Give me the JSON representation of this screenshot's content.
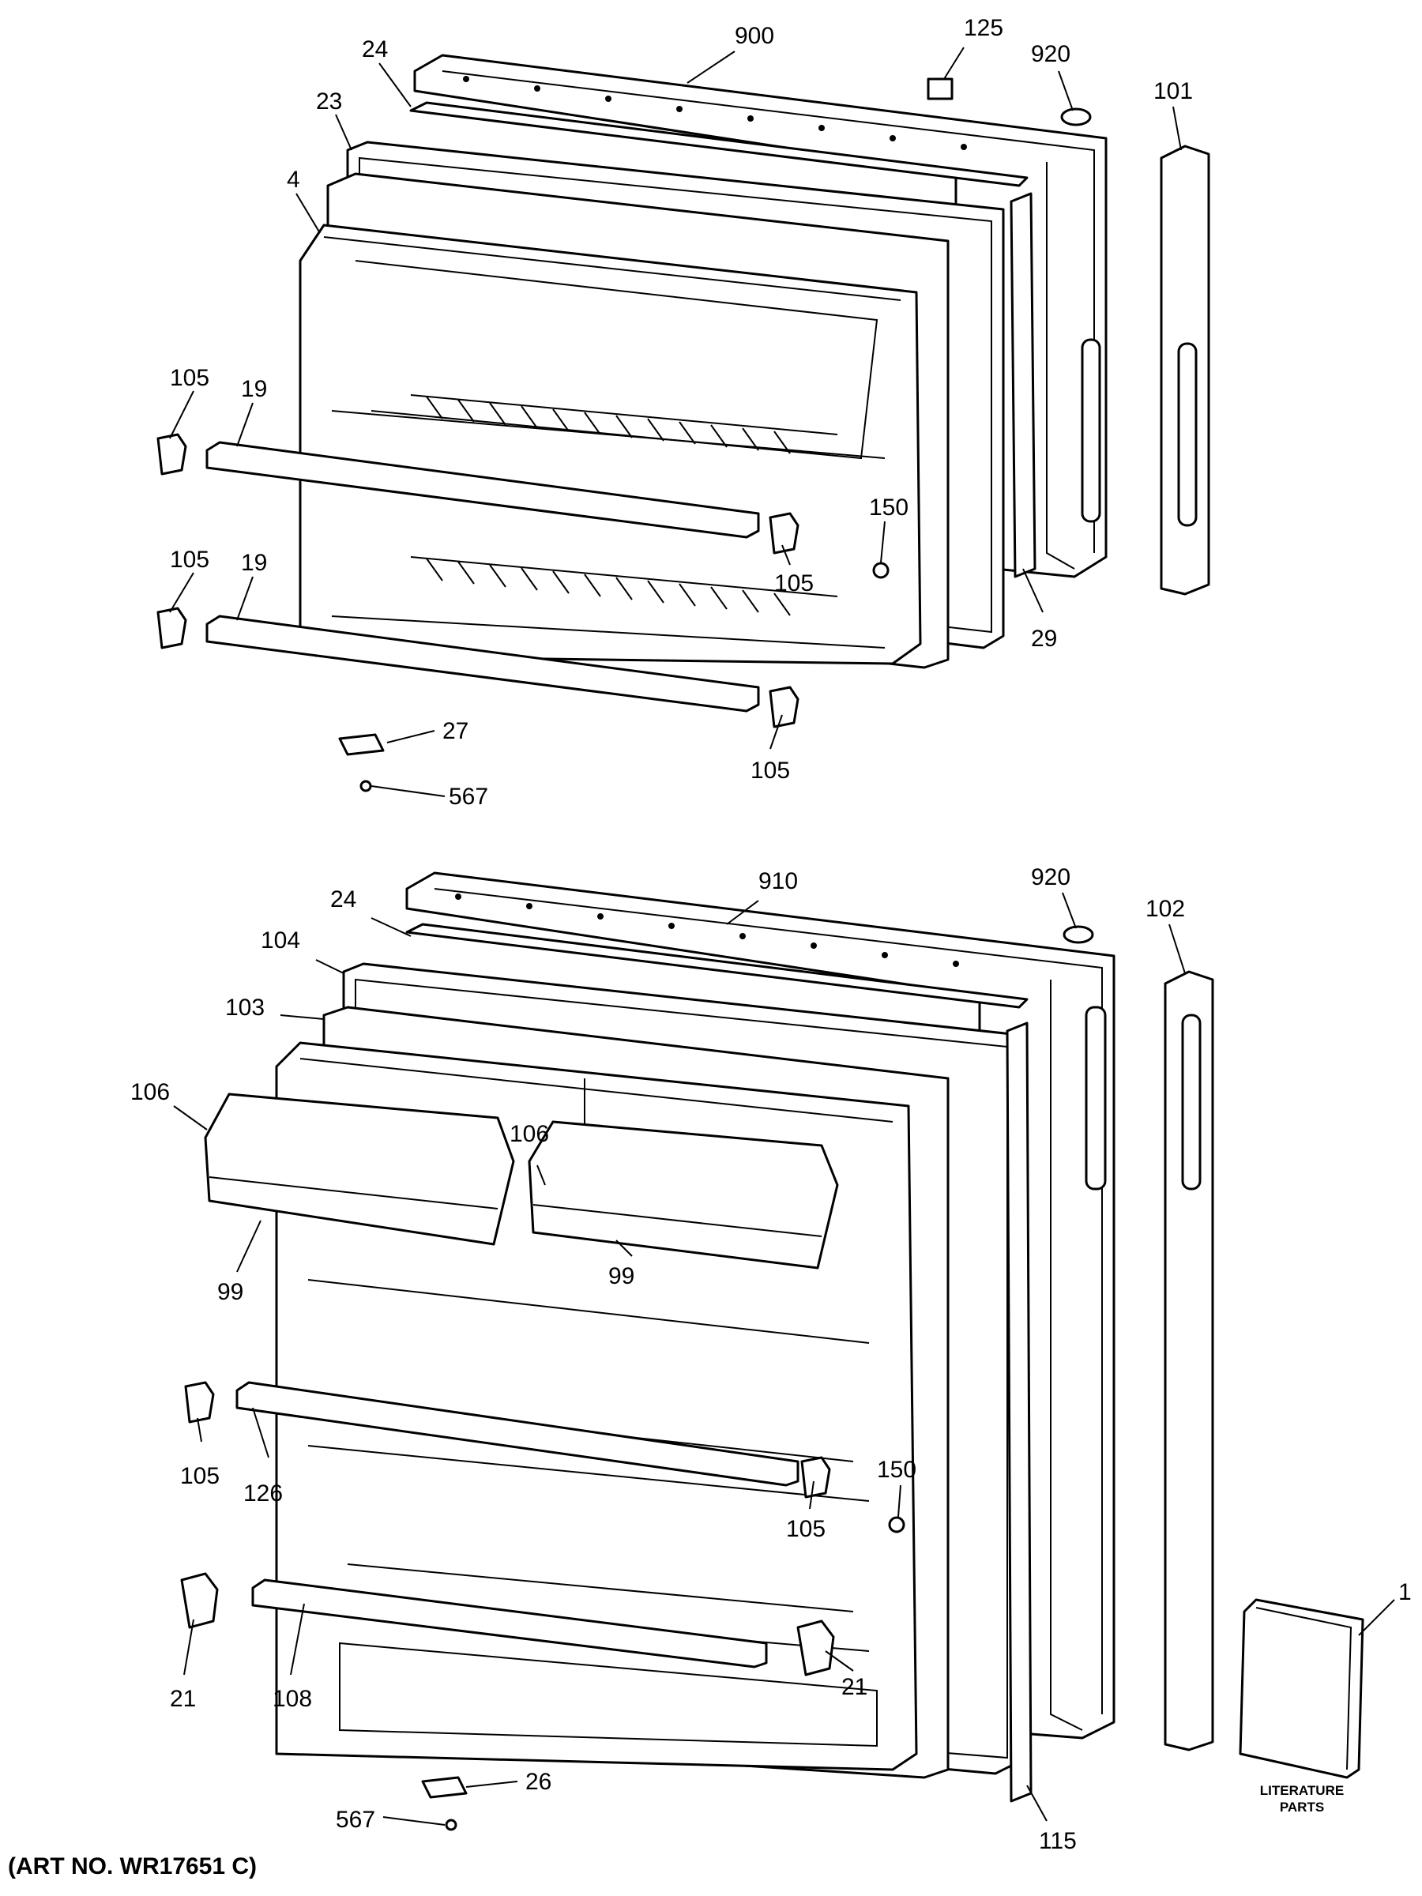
{
  "diagram": {
    "freezer_labels": {
      "l900": "900",
      "l125": "125",
      "l920": "920",
      "l101": "101",
      "l24": "24",
      "l23": "23",
      "l4": "4",
      "l105a": "105",
      "l19a": "19",
      "l105b": "105",
      "l150": "150",
      "l29": "29",
      "l105c": "105",
      "l19b": "19",
      "l27": "27",
      "l567": "567",
      "l105d": "105"
    },
    "fresh_food_labels": {
      "l910": "910",
      "l920": "920",
      "l102": "102",
      "l24": "24",
      "l104": "104",
      "l103": "103",
      "l106a": "106",
      "l106b": "106",
      "l99a": "99",
      "l99b": "99",
      "l105a": "105",
      "l126": "126",
      "l150": "150",
      "l105b": "105",
      "l21a": "21",
      "l108": "108",
      "l21b": "21",
      "l1": "1",
      "l115": "115",
      "l26": "26",
      "l567": "567"
    },
    "literature_parts": [
      "LITERATURE",
      "PARTS"
    ],
    "art_number": "(ART NO. WR17651 C)"
  }
}
